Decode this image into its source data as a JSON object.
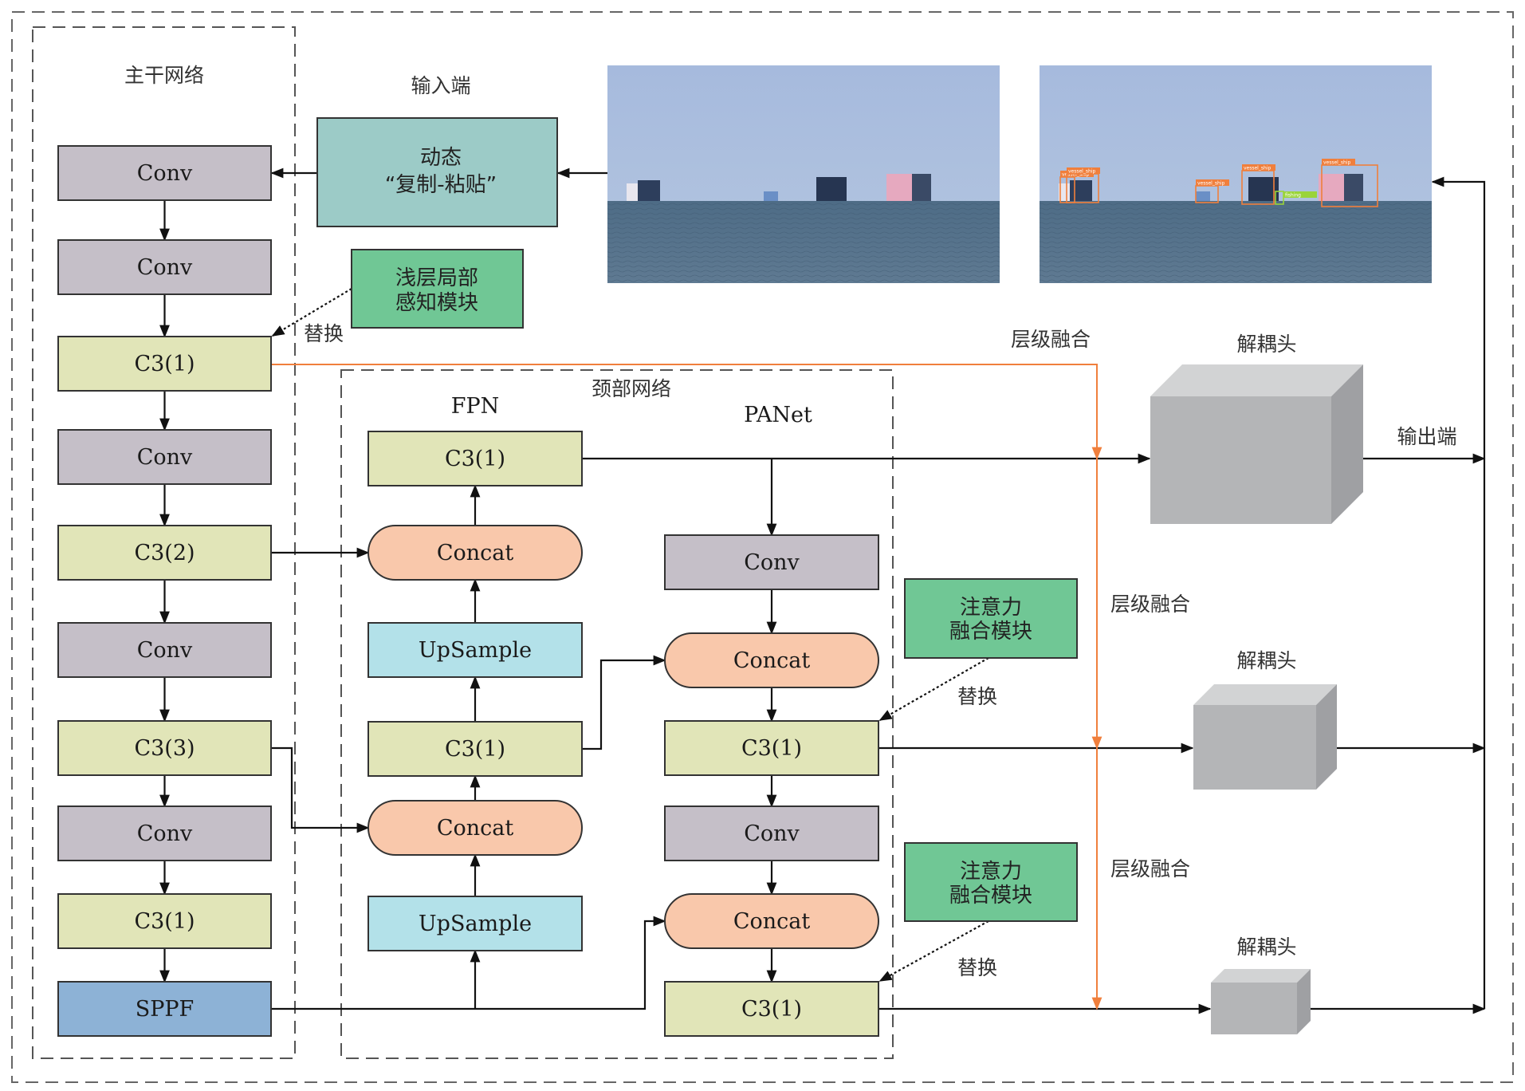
{
  "title": "Ship detection network architecture",
  "colors": {
    "conv": "#c5bfc8",
    "c3": "#e1e5b8",
    "concat": "#f9c8ab",
    "upsample": "#b3e1e9",
    "sppf": "#8db2d6",
    "input_module": "#9ccbc7",
    "plugin_module": "#70c795",
    "fusion_line": "#f07f3c",
    "head_front": "#b4b5b7",
    "head_top": "#d2d3d4",
    "head_side": "#9fa0a3",
    "detection_box": "#f07f3c",
    "detection_box_alt": "#9ad43a"
  },
  "sections": {
    "backbone": "主干网络",
    "input": "输入端",
    "neck": "颈部网络",
    "fpn": "FPN",
    "panet": "PANet",
    "output": "输出端"
  },
  "backbone": {
    "blocks": [
      {
        "id": "bb1",
        "type": "conv",
        "label": "Conv"
      },
      {
        "id": "bb2",
        "type": "conv",
        "label": "Conv"
      },
      {
        "id": "bb3",
        "type": "c3",
        "label": "C3(1)"
      },
      {
        "id": "bb4",
        "type": "conv",
        "label": "Conv"
      },
      {
        "id": "bb5",
        "type": "c3",
        "label": "C3(2)"
      },
      {
        "id": "bb6",
        "type": "conv",
        "label": "Conv"
      },
      {
        "id": "bb7",
        "type": "c3",
        "label": "C3(3)"
      },
      {
        "id": "bb8",
        "type": "conv",
        "label": "Conv"
      },
      {
        "id": "bb9",
        "type": "c3",
        "label": "C3(1)"
      },
      {
        "id": "bb10",
        "type": "sppf",
        "label": "SPPF"
      }
    ]
  },
  "input_module": {
    "line1": "动态",
    "line2": "“复制-粘贴”"
  },
  "shallow_module": {
    "line1": "浅层局部",
    "line2": "感知模块"
  },
  "attention_module": {
    "line1": "注意力",
    "line2": "融合模块"
  },
  "replace_label": "替换",
  "fusion_label": "层级融合",
  "head_label": "解耦头",
  "fpn": {
    "blocks": [
      {
        "id": "f1",
        "type": "c3",
        "label": "C3(1)"
      },
      {
        "id": "f2",
        "type": "concat",
        "label": "Concat"
      },
      {
        "id": "f3",
        "type": "upsample",
        "label": "UpSample"
      },
      {
        "id": "f4",
        "type": "c3",
        "label": "C3(1)"
      },
      {
        "id": "f5",
        "type": "concat",
        "label": "Concat"
      },
      {
        "id": "f6",
        "type": "upsample",
        "label": "UpSample"
      }
    ]
  },
  "panet": {
    "blocks": [
      {
        "id": "p1",
        "type": "conv",
        "label": "Conv"
      },
      {
        "id": "p2",
        "type": "concat",
        "label": "Concat"
      },
      {
        "id": "p3",
        "type": "c3",
        "label": "C3(1)"
      },
      {
        "id": "p4",
        "type": "conv",
        "label": "Conv"
      },
      {
        "id": "p5",
        "type": "concat",
        "label": "Concat"
      },
      {
        "id": "p6",
        "type": "c3",
        "label": "C3(1)"
      }
    ]
  },
  "images": {
    "input_image": "sea scene with ships",
    "output_image": "sea scene with detected ships",
    "detections": [
      {
        "label": "vessel_ship",
        "kind": "main"
      },
      {
        "label": "vessel_ship",
        "kind": "main"
      },
      {
        "label": "vessel_ship",
        "kind": "main"
      },
      {
        "label": "vessel_ship",
        "kind": "main"
      },
      {
        "label": "vessel_ship",
        "kind": "main"
      },
      {
        "label": "fishing",
        "kind": "alt"
      }
    ]
  }
}
